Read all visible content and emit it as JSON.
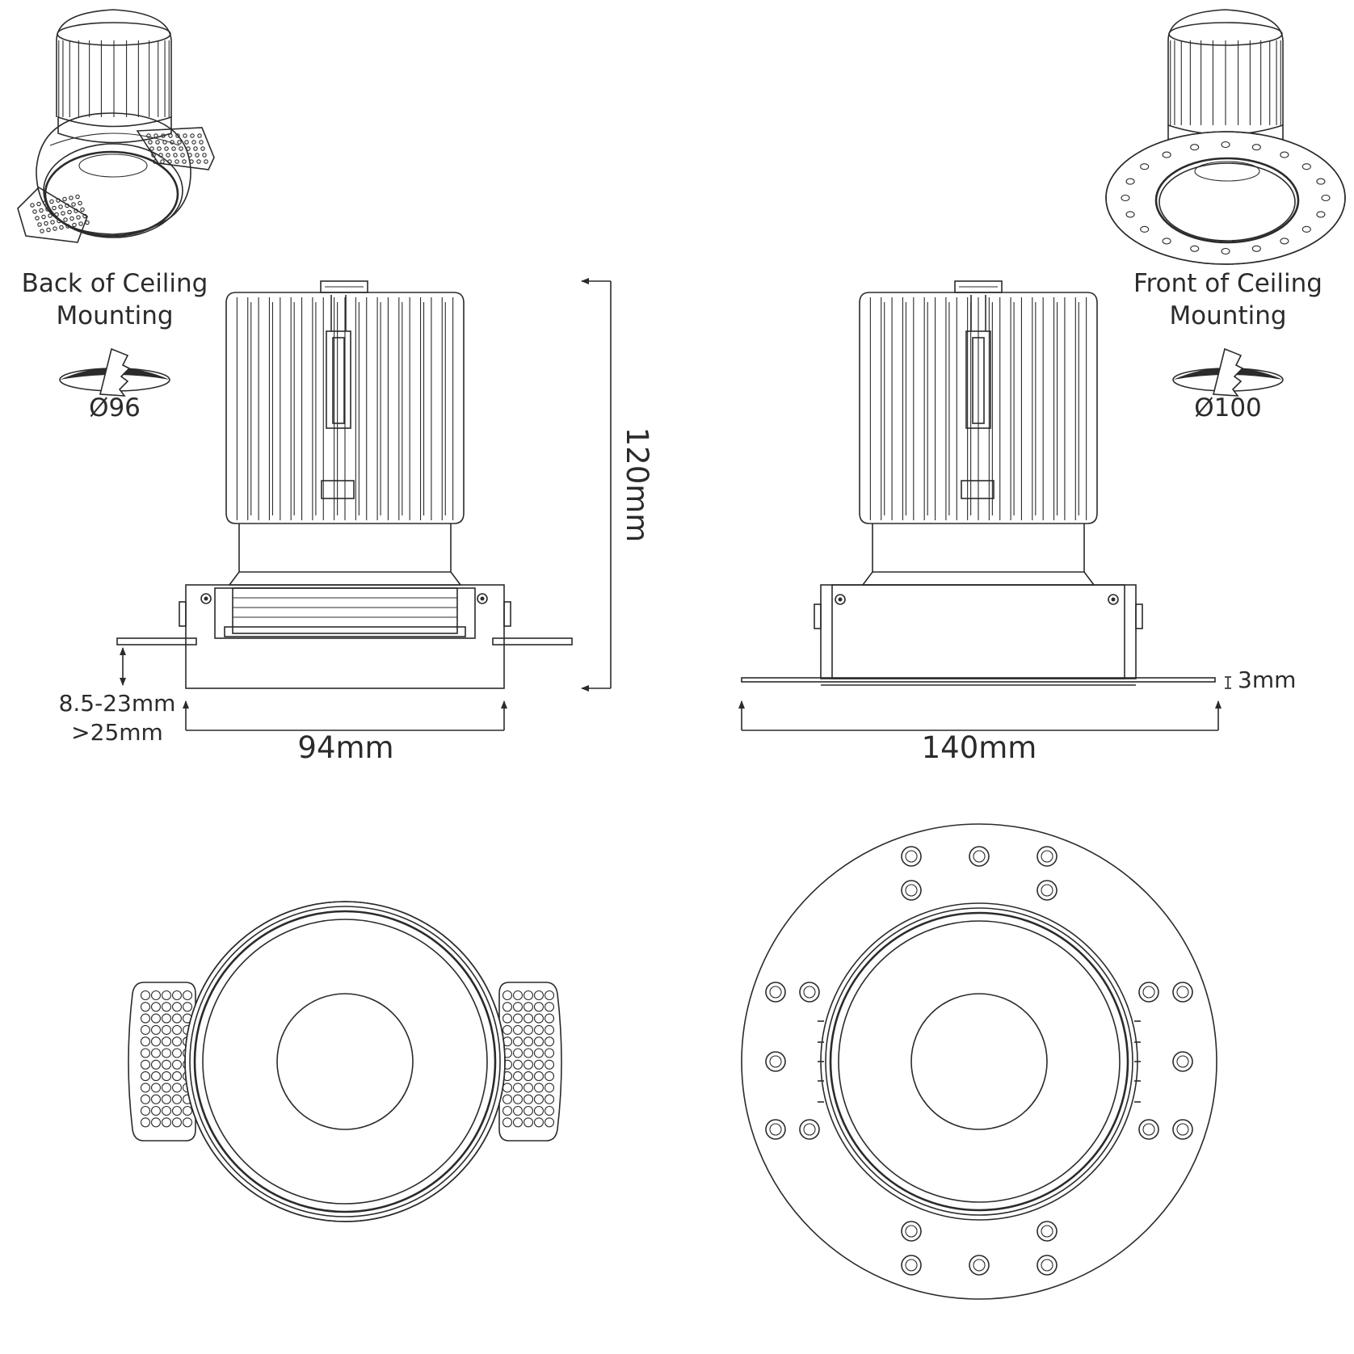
{
  "labels": {
    "back_mount_line1": "Back of Ceiling",
    "back_mount_line2": "Mounting",
    "front_mount_line1": "Front of Ceiling",
    "front_mount_line2": "Mounting",
    "cutout_back": "Ø96",
    "cutout_front": "Ø100",
    "height": "120mm",
    "width_back": "94mm",
    "width_front": "140mm",
    "ceiling_thickness": "8.5-23mm",
    "ceiling_thickness_alt": ">25mm",
    "flange_thickness": "3mm"
  },
  "colors": {
    "line": "#2b2b2b",
    "background": "#ffffff"
  },
  "icons": {
    "cutout_back": "saw-cutout-icon",
    "cutout_front": "saw-cutout-icon"
  }
}
